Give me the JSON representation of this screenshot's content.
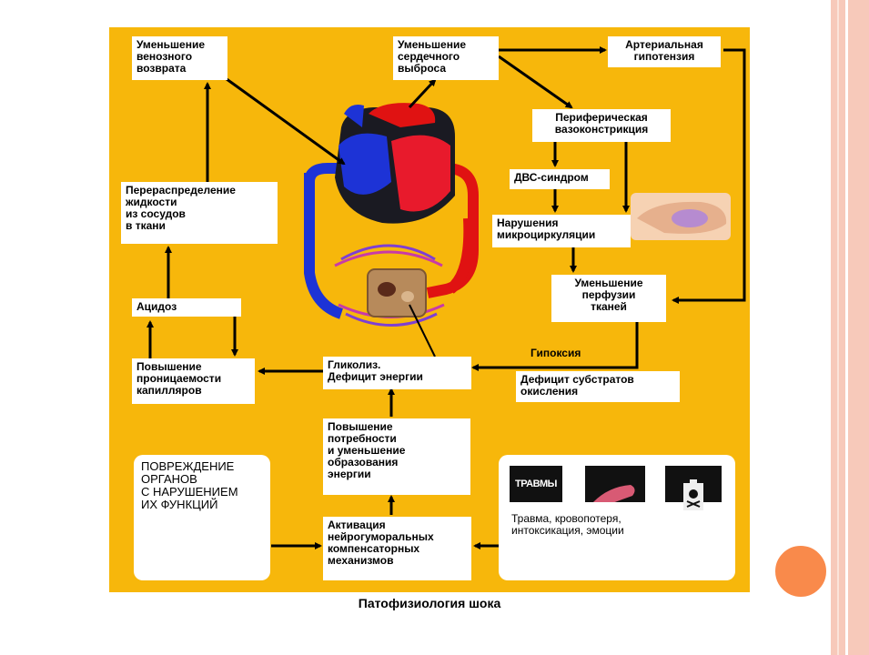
{
  "diagram": {
    "caption": "Патофизиология шока",
    "colors": {
      "background": "#f7b70b",
      "box": "#ffffff",
      "arrow": "#000000",
      "artery": "#e01212",
      "vein": "#1d33d6",
      "slide_stripe": "#f7c9ba",
      "accent_circle": "#f98a4b"
    },
    "nodes": {
      "venous_return": "Уменьшение\nвенозного\nвозврата",
      "cardiac_output": "Уменьшение\nсердечного\nвыброса",
      "hypotension": "Артериальная\nгипотензия",
      "vasoconstriction": "Периферическая\nвазоконстрикция",
      "dic": "ДВС-синдром",
      "microcirculation": "Нарушения\nмикроциркуляции",
      "perfusion": "Уменьшение\nперфузии\nтканей",
      "hypoxia": "Гипоксия",
      "substrate_deficit": "Дефицит субстратов\nокисления",
      "glycolysis": "Гликолиз.\nДефицит энергии",
      "capillary_permeability": "Повышение\nпроницаемости\nкапилляров",
      "acidosis": "Ацидоз",
      "fluid_redistribution": "Перераспределение\nжидкости\nиз сосудов\nв ткани",
      "energy_demand": "Повышение\nпотребности\nи уменьшение\nобразования\nэнергии",
      "neurohumoral": "Активация\nнейрогуморальных\nкомпенсаторных\nмеханизмов",
      "organ_damage": "ПОВРЕЖДЕНИЕ\nОРГАНОВ\nС НАРУШЕНИЕМ\nИХ ФУНКЦИЙ",
      "causes": "Травма, кровопотеря,\nинтоксикация, эмоции"
    },
    "icons": {
      "trauma_label": "ТРАВМЫ",
      "trauma_icon": "trauma-text-icon",
      "blood_icon": "bleeding-wound-icon",
      "poison_icon": "poison-bottle-icon"
    }
  }
}
